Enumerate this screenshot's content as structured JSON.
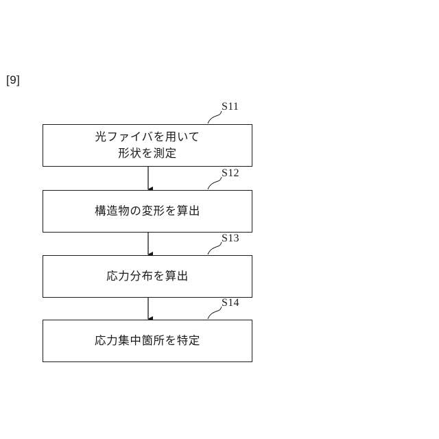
{
  "figure_label": "[9]",
  "steps": [
    {
      "id": "S11",
      "text": "光ファイバを用いて\n形状を測定"
    },
    {
      "id": "S12",
      "text": "構造物の変形を算出"
    },
    {
      "id": "S13",
      "text": "応力分布を算出"
    },
    {
      "id": "S14",
      "text": "応力集中箇所を特定"
    }
  ]
}
